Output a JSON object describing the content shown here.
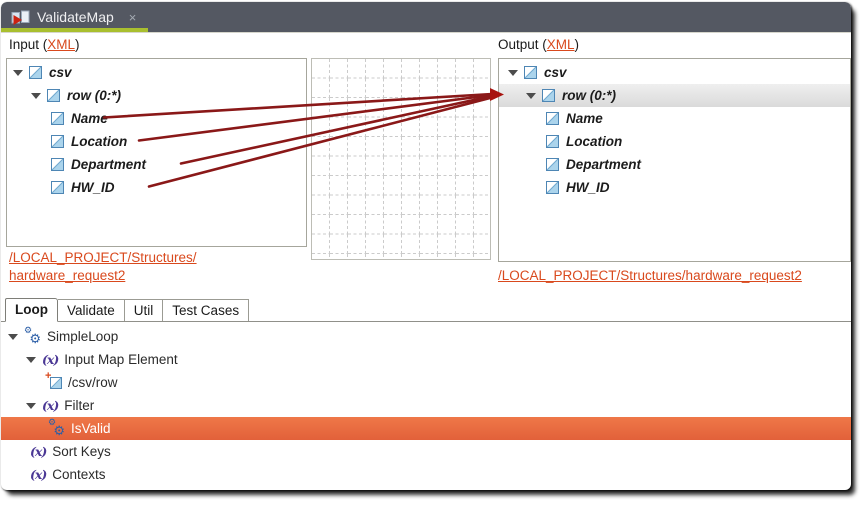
{
  "tab_bar": {
    "title": "ValidateMap",
    "close_glyph": "×"
  },
  "icons": {
    "gear_glyph": "⚙",
    "function_glyph": "(x)",
    "add_glyph": "+"
  },
  "mapper": {
    "input": {
      "label_prefix": "Input (",
      "label_link": "XML",
      "label_suffix": ")",
      "tree": {
        "root": "csv",
        "row": "row (0:*)",
        "fields": [
          "Name",
          "Location",
          "Department",
          "HW_ID"
        ]
      },
      "link_line1": "/LOCAL_PROJECT/Structures/",
      "link_line2": "hardware_request2"
    },
    "output": {
      "label_prefix": "Output (",
      "label_link": "XML",
      "label_suffix": ")",
      "tree": {
        "root": "csv",
        "row": "row (0:*)",
        "fields": [
          "Name",
          "Location",
          "Department",
          "HW_ID"
        ]
      },
      "link": "/LOCAL_PROJECT/Structures/hardware_request2"
    },
    "mappings": [
      {
        "from": "Name",
        "to": "row (0:*)"
      },
      {
        "from": "Location",
        "to": "row (0:*)"
      },
      {
        "from": "Department",
        "to": "row (0:*)"
      },
      {
        "from": "HW_ID",
        "to": "row (0:*)"
      }
    ]
  },
  "bottom_panel": {
    "tabs": [
      {
        "label": "Loop",
        "active": true
      },
      {
        "label": "Validate",
        "active": false
      },
      {
        "label": "Util",
        "active": false
      },
      {
        "label": "Test Cases",
        "active": false
      }
    ],
    "tree": [
      {
        "label": "SimpleLoop",
        "icon": "gear",
        "level": 0
      },
      {
        "label": "Input Map Element",
        "icon": "function",
        "level": 1
      },
      {
        "label": "/csv/row",
        "icon": "element-add",
        "level": 2
      },
      {
        "label": "Filter",
        "icon": "function",
        "level": 1
      },
      {
        "label": "IsValid",
        "icon": "gear",
        "level": 2,
        "selected": true
      },
      {
        "label": "Sort Keys",
        "icon": "function",
        "level": 1
      },
      {
        "label": "Contexts",
        "icon": "function",
        "level": 1
      }
    ]
  },
  "colors": {
    "tab_bar_bg": "#545862",
    "active_tab_underline": "#A9BF2F",
    "mapping_line": "#8A1818",
    "mapping_arrow": "#A81410",
    "link_orange": "#D9491D",
    "selection_orange": "#E86A3E",
    "row_highlight_gray": "#E4E4E4"
  }
}
